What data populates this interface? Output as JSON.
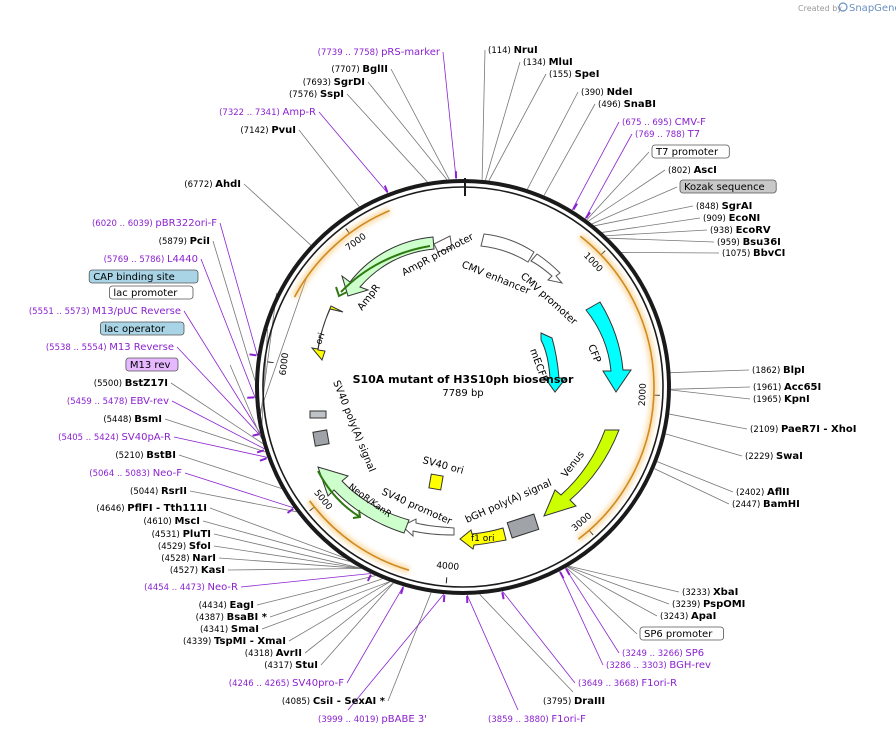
{
  "watermark": {
    "prefix": "Created by",
    "brand": "SnapGene"
  },
  "plasmid": {
    "name": "S10A mutant of H3S10ph biosensor",
    "length": "7789 bp"
  },
  "ticks": [
    "1000",
    "2000",
    "3000",
    "4000",
    "5000",
    "6000",
    "7000"
  ],
  "colors": {
    "ampr": "#ccffcc",
    "ori": "#ffff00",
    "cfp": "#00ffff",
    "venus": "#ccff00",
    "neor": "#ccffcc",
    "gray": "#a0a4a8",
    "site": "#8b22d0",
    "primer": "#8b22d0"
  },
  "left_labels": [
    {
      "pos": "(7739 .. 7758)",
      "name": "pRS-marker",
      "kind": "primer"
    },
    {
      "pos": "(7707)",
      "name": "BglII",
      "kind": "enzyme"
    },
    {
      "pos": "(7693)",
      "name": "SgrDI",
      "kind": "enzyme"
    },
    {
      "pos": "(7576)",
      "name": "SspI",
      "kind": "enzyme"
    },
    {
      "pos": "(7322 .. 7341)",
      "name": "Amp-R",
      "kind": "primer"
    },
    {
      "pos": "(7142)",
      "name": "PvuI",
      "kind": "enzyme"
    },
    {
      "pos": "(6772)",
      "name": "AhdI",
      "kind": "enzyme"
    },
    {
      "pos": "(6020 .. 6039)",
      "name": "pBR322ori-F",
      "kind": "primer"
    },
    {
      "pos": "(5879)",
      "name": "PciI",
      "kind": "enzyme"
    },
    {
      "pos": "(5769 .. 5786)",
      "name": "L4440",
      "kind": "primer"
    },
    {
      "pos": "",
      "name": "CAP binding site",
      "kind": "feature-blue"
    },
    {
      "pos": "",
      "name": "lac promoter",
      "kind": "feature-white"
    },
    {
      "pos": "(5551 .. 5573)",
      "name": "M13/pUC Reverse",
      "kind": "primer"
    },
    {
      "pos": "",
      "name": "lac operator",
      "kind": "feature-blue"
    },
    {
      "pos": "(5538 .. 5554)",
      "name": "M13 Reverse",
      "kind": "primer"
    },
    {
      "pos": "",
      "name": "M13 rev",
      "kind": "feature-purple"
    },
    {
      "pos": "(5500)",
      "name": "BstZ17I",
      "kind": "enzyme"
    },
    {
      "pos": "(5459 .. 5478)",
      "name": "EBV-rev",
      "kind": "primer"
    },
    {
      "pos": "(5448)",
      "name": "BsmI",
      "kind": "enzyme"
    },
    {
      "pos": "(5405 .. 5424)",
      "name": "SV40pA-R",
      "kind": "primer"
    },
    {
      "pos": "(5210)",
      "name": "BstBI",
      "kind": "enzyme"
    },
    {
      "pos": "(5064 .. 5083)",
      "name": "Neo-F",
      "kind": "primer"
    },
    {
      "pos": "(5044)",
      "name": "RsrII",
      "kind": "enzyme"
    },
    {
      "pos": "(4646)",
      "name": "PflFI  - Tth111I",
      "kind": "enzyme"
    },
    {
      "pos": "(4610)",
      "name": "MscI",
      "kind": "enzyme"
    },
    {
      "pos": "(4531)",
      "name": "PluTI",
      "kind": "enzyme"
    },
    {
      "pos": "(4529)",
      "name": "SfoI",
      "kind": "enzyme"
    },
    {
      "pos": "(4528)",
      "name": "NarI",
      "kind": "enzyme"
    },
    {
      "pos": "(4527)",
      "name": "KasI",
      "kind": "enzyme"
    },
    {
      "pos": "(4454 .. 4473)",
      "name": "Neo-R",
      "kind": "primer"
    },
    {
      "pos": "(4434)",
      "name": "EagI",
      "kind": "enzyme"
    },
    {
      "pos": "(4387)",
      "name": "BsaBI  *",
      "kind": "enzyme"
    },
    {
      "pos": "(4341)",
      "name": "SmaI",
      "kind": "enzyme"
    },
    {
      "pos": "(4339)",
      "name": "TspMI  - XmaI",
      "kind": "enzyme"
    },
    {
      "pos": "(4318)",
      "name": "AvrII",
      "kind": "enzyme"
    },
    {
      "pos": "(4317)",
      "name": "StuI",
      "kind": "enzyme"
    },
    {
      "pos": "(4246 .. 4265)",
      "name": "SV40pro-F",
      "kind": "primer"
    },
    {
      "pos": "(4085)",
      "name": "CsiI  - SexAI  *",
      "kind": "enzyme"
    }
  ],
  "right_labels": [
    {
      "pos": "(114)",
      "name": "NruI",
      "kind": "enzyme"
    },
    {
      "pos": "(134)",
      "name": "MluI",
      "kind": "enzyme"
    },
    {
      "pos": "(155)",
      "name": "SpeI",
      "kind": "enzyme"
    },
    {
      "pos": "(390)",
      "name": "NdeI",
      "kind": "enzyme"
    },
    {
      "pos": "(496)",
      "name": "SnaBI",
      "kind": "enzyme"
    },
    {
      "pos": "(675 .. 695)",
      "name": "CMV-F",
      "kind": "primer"
    },
    {
      "pos": "(769 .. 788)",
      "name": "T7",
      "kind": "primer"
    },
    {
      "pos": "",
      "name": "T7 promoter",
      "kind": "feature-white"
    },
    {
      "pos": "(802)",
      "name": "AscI",
      "kind": "enzyme"
    },
    {
      "pos": "",
      "name": "Kozak sequence",
      "kind": "feature-gray"
    },
    {
      "pos": "(848)",
      "name": "SgrAI",
      "kind": "enzyme"
    },
    {
      "pos": "(909)",
      "name": "EcoNI",
      "kind": "enzyme"
    },
    {
      "pos": "(938)",
      "name": "EcoRV",
      "kind": "enzyme"
    },
    {
      "pos": "(959)",
      "name": "Bsu36I",
      "kind": "enzyme"
    },
    {
      "pos": "(1075)",
      "name": "BbvCI",
      "kind": "enzyme"
    },
    {
      "pos": "(1862)",
      "name": "BlpI",
      "kind": "enzyme"
    },
    {
      "pos": "(1961)",
      "name": "Acc65I",
      "kind": "enzyme"
    },
    {
      "pos": "(1965)",
      "name": "KpnI",
      "kind": "enzyme"
    },
    {
      "pos": "(2109)",
      "name": "PaeR7I  - XhoI",
      "kind": "enzyme"
    },
    {
      "pos": "(2229)",
      "name": "SwaI",
      "kind": "enzyme"
    },
    {
      "pos": "(2402)",
      "name": "AflII",
      "kind": "enzyme"
    },
    {
      "pos": "(2447)",
      "name": "BamHI",
      "kind": "enzyme"
    },
    {
      "pos": "(3233)",
      "name": "XbaI",
      "kind": "enzyme"
    },
    {
      "pos": "(3239)",
      "name": "PspOMI",
      "kind": "enzyme"
    },
    {
      "pos": "(3243)",
      "name": "ApaI",
      "kind": "enzyme"
    },
    {
      "pos": "",
      "name": "SP6 promoter",
      "kind": "feature-white"
    },
    {
      "pos": "(3249 .. 3266)",
      "name": "SP6",
      "kind": "primer"
    },
    {
      "pos": "(3286 .. 3303)",
      "name": "BGH-rev",
      "kind": "primer"
    },
    {
      "pos": "(3649 .. 3668)",
      "name": "F1ori-R",
      "kind": "primer"
    }
  ],
  "bottom_labels": [
    {
      "pos": "(3795)",
      "name": "DraIII",
      "kind": "enzyme"
    },
    {
      "pos": "(3859 .. 3880)",
      "name": "F1ori-F",
      "kind": "primer"
    },
    {
      "pos": "(3999 .. 4019)",
      "name": "pBABE 3'",
      "kind": "primer"
    }
  ],
  "features": [
    {
      "name": "AmpR promoter"
    },
    {
      "name": "AmpR"
    },
    {
      "name": "CMV enhancer"
    },
    {
      "name": "CMV promoter"
    },
    {
      "name": "ori"
    },
    {
      "name": "mECFP"
    },
    {
      "name": "CFP"
    },
    {
      "name": "SV40 poly(A) signal"
    },
    {
      "name": "SV40 ori"
    },
    {
      "name": "Venus"
    },
    {
      "name": "bGH poly(A) signal"
    },
    {
      "name": "NeoR/KanR"
    },
    {
      "name": "SV40 promoter"
    },
    {
      "name": "f1 ori"
    }
  ]
}
